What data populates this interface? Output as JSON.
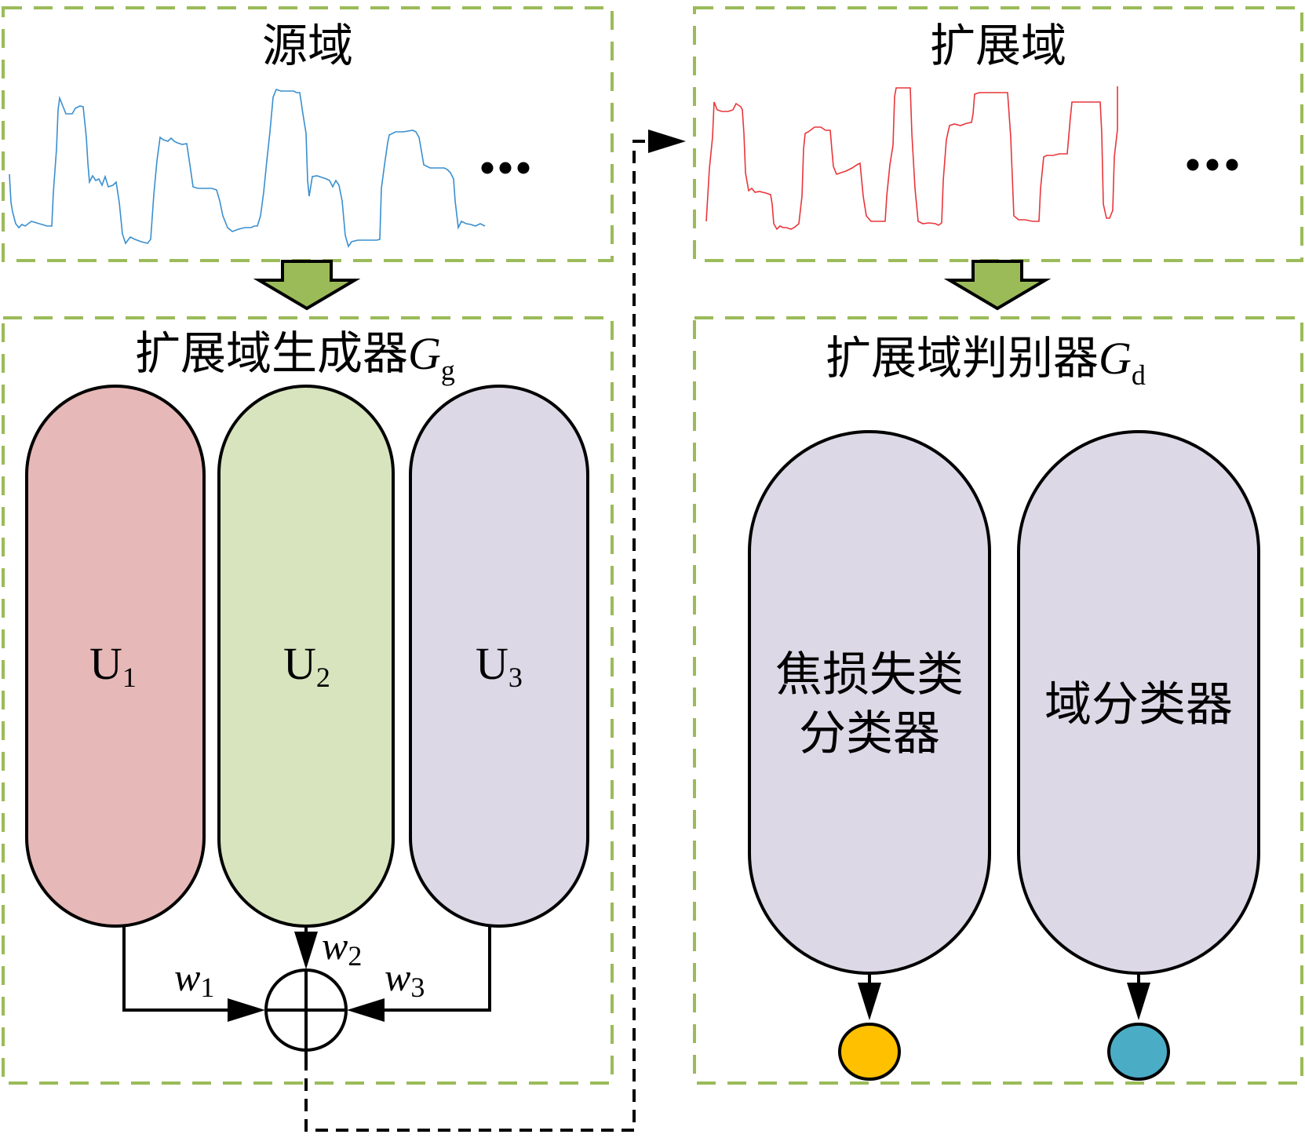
{
  "diagram": {
    "source_domain": {
      "title": "源域",
      "signal_color": "#3a8fcf",
      "ellipsis": "…"
    },
    "expanded_domain": {
      "title": "扩展域",
      "signal_color": "#e8363b",
      "ellipsis": "…"
    },
    "generator": {
      "title_main": "扩展域生成器",
      "title_symbol": "G",
      "title_subscript": "g",
      "units": [
        {
          "label": "U",
          "subscript": "1",
          "color": "#e6b8b7"
        },
        {
          "label": "U",
          "subscript": "2",
          "color": "#d7e4bd"
        },
        {
          "label": "U",
          "subscript": "3",
          "color": "#dcd8e6"
        }
      ],
      "weights": [
        {
          "symbol": "w",
          "subscript": "1"
        },
        {
          "symbol": "w",
          "subscript": "2"
        },
        {
          "symbol": "w",
          "subscript": "3"
        }
      ],
      "combiner": "sum-junction"
    },
    "discriminator": {
      "title_main": "扩展域判别器",
      "title_symbol": "G",
      "title_subscript": "d",
      "classifiers": [
        {
          "line1": "焦损失类",
          "line2": "分类器",
          "color": "#dcd8e6",
          "output_color": "#ffc000"
        },
        {
          "line1": "域分类器",
          "line2": "",
          "color": "#dcd8e6",
          "output_color": "#4bacc6"
        }
      ]
    },
    "colors": {
      "frame_dash": "#9bbb59",
      "flow_arrow": "#9bbb59"
    }
  }
}
